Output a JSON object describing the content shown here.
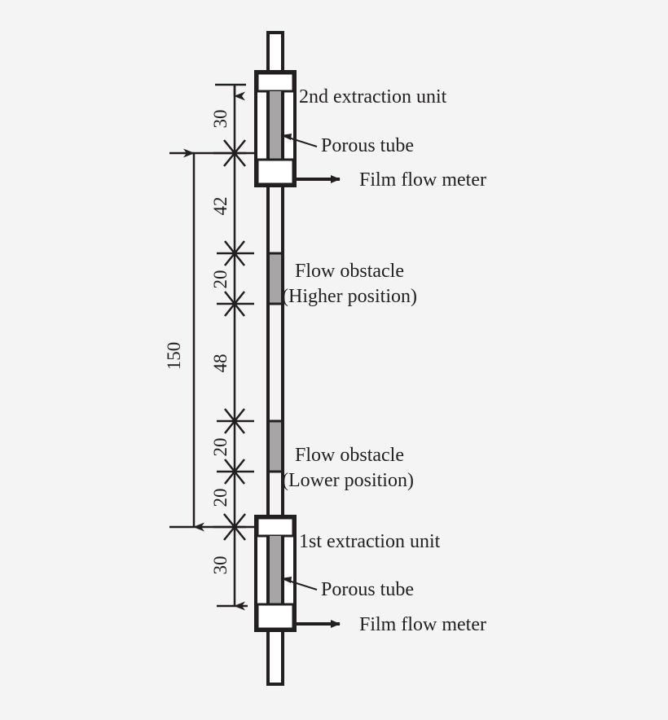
{
  "figure": {
    "title": "Experimental tube with two extraction units and flow obstacles",
    "background_color": "#f4f4f4",
    "line_color": "#231f20",
    "obstacle_fill": "#a6a6a6",
    "porous_tube_fill": "#a6a6a6",
    "unit_body_fill": "#ffffff",
    "dimension_unit": "mm"
  },
  "labels": {
    "second_unit": "2nd extraction unit",
    "porous_tube_top": "Porous tube",
    "film_flow_meter_top": "Film flow meter",
    "flow_obstacle_high_line1": "Flow obstacle",
    "flow_obstacle_high_line2": "(Higher position)",
    "flow_obstacle_low_line1": "Flow obstacle",
    "flow_obstacle_low_line2": "(Lower position)",
    "first_unit": "1st extraction unit",
    "porous_tube_bottom": "Porous tube",
    "film_flow_meter_bottom": "Film flow meter"
  },
  "dimensions": {
    "overall": {
      "value": "150",
      "from": "1st extraction unit top",
      "to": "2nd extraction unit bottom"
    },
    "chain": [
      {
        "value": "30",
        "description": "2nd extraction unit porous tube length"
      },
      {
        "value": "42",
        "description": "2nd unit bottom to higher obstacle top"
      },
      {
        "value": "20",
        "description": "higher flow obstacle length"
      },
      {
        "value": "48",
        "description": "higher obstacle bottom to lower obstacle top"
      },
      {
        "value": "20",
        "description": "lower flow obstacle length"
      },
      {
        "value": "20",
        "description": "lower obstacle bottom to 1st unit top"
      },
      {
        "value": "30",
        "description": "1st extraction unit porous tube length"
      }
    ]
  },
  "icons": {
    "arrow_right": "arrow-right-icon",
    "leader_line": "leader-line-icon",
    "dimension_tick": "dimension-tick-icon",
    "dimension_arrow": "dimension-arrow-icon"
  }
}
